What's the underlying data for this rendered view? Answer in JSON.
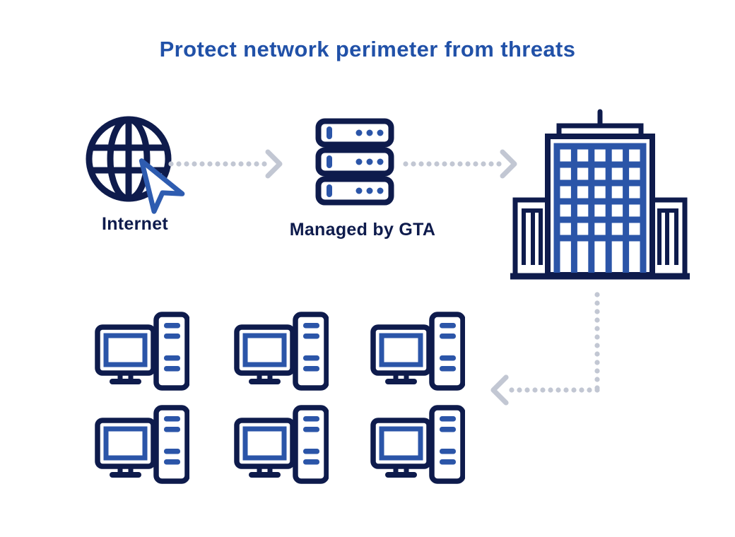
{
  "title": {
    "text": "Protect network perimeter from threats"
  },
  "colors": {
    "background": "#FFFFFF",
    "title_blue": "#2151A8",
    "navy": "#0E1B4C",
    "blue": "#2B55A8",
    "cursor_blue": "#2E5CB0",
    "gray": "#C2C7D3"
  },
  "nodes": {
    "internet": {
      "label": "Internet",
      "icon": "globe-cursor-icon"
    },
    "gateway": {
      "label": "Managed by GTA",
      "icon": "server-rack-icon"
    },
    "office_building": {
      "icon": "office-building-icon"
    },
    "workstations": {
      "icon": "desktop-computer-icon",
      "count": 6,
      "rows": 2,
      "columns": 3
    }
  },
  "connections": [
    {
      "from": "internet",
      "to": "gateway",
      "style": "dotted-arrow-right"
    },
    {
      "from": "gateway",
      "to": "office_building",
      "style": "dotted-arrow-right"
    },
    {
      "from": "office_building",
      "to": "workstations",
      "style": "dotted-arrow-down-then-left"
    }
  ]
}
